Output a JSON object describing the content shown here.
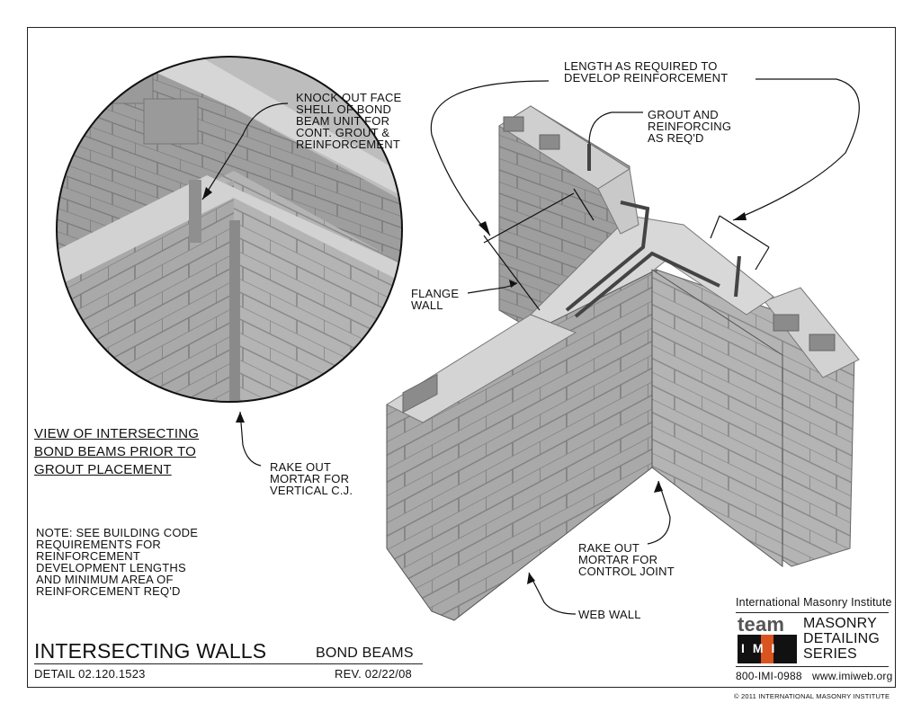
{
  "callouts": {
    "knockout": "KNOCK OUT FACE\nSHELL OF BOND\nBEAM UNIT FOR\nCONT. GROUT &\nREINFORCEMENT",
    "length": "LENGTH AS REQUIRED TO\nDEVELOP REINFORCEMENT",
    "grout": "GROUT AND\nREINFORCING\nAS REQ'D",
    "flange": "FLANGE\nWALL",
    "view": "VIEW OF INTERSECTING\nBOND BEAMS PRIOR TO\nGROUT PLACEMENT",
    "rake_vertical": "RAKE OUT\nMORTAR FOR\nVERTICAL C.J.",
    "note": "NOTE: SEE BUILDING CODE\nREQUIREMENTS FOR\nREINFORCEMENT\nDEVELOPMENT LENGTHS\nAND MINIMUM AREA OF\nREINFORCEMENT REQ'D",
    "rake_control": "RAKE OUT\nMORTAR FOR\nCONTROL JOINT",
    "web_wall": "WEB WALL"
  },
  "title_block": {
    "title": "INTERSECTING WALLS",
    "subtitle": "BOND BEAMS",
    "detail": "DETAIL 02.120.1523",
    "rev": "REV. 02/22/08"
  },
  "logo": {
    "org": "International Masonry Institute",
    "team": "team",
    "imi": "IMI",
    "series_line1": "MASONRY",
    "series_line2": "DETAILING",
    "series_line3": "SERIES",
    "phone": "800-IMI-0988",
    "web": "www.imiweb.org",
    "copyright": "© 2011 INTERNATIONAL MASONRY INSTITUTE",
    "accent_color": "#d9541e"
  }
}
